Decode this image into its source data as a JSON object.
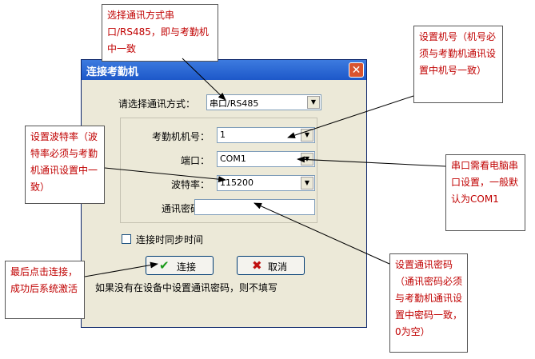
{
  "dialog": {
    "title": "连接考勤机",
    "close_glyph": "✕",
    "comm_mode_label": "请选择通讯方式：",
    "comm_mode_value": "串口/RS485",
    "machine_no_label": "考勤机机号：",
    "machine_no_value": "1",
    "port_label": "端口：",
    "port_value": "COM1",
    "baud_label": "波特率：",
    "baud_value": "115200",
    "password_label": "通讯密码：",
    "password_value": "",
    "sync_time_label": "连接时同步时间",
    "connect_label": "连接",
    "cancel_label": "取消",
    "hint": "如果没有在设备中设置通讯密码，则不填写"
  },
  "notes": {
    "comm_mode": "选择通讯方式串口/RS485，即与考勤机中一致",
    "machine_no": "设置机号（机号必须与考勤机通讯设置中机号一致）",
    "baud": "设置波特率（波特率必须与考勤机通讯设置中一致）",
    "port": "串口需看电脑串口设置，一般默认为COM1",
    "connect": "最后点击连接，成功后系统激活",
    "password": "设置通讯密码（通讯密码必须与考勤机通讯设置中密码一致，0为空）"
  },
  "colors": {
    "note_text": "#c00000",
    "titlebar": "#1d58c9",
    "dialog_bg": "#ece9d8"
  }
}
